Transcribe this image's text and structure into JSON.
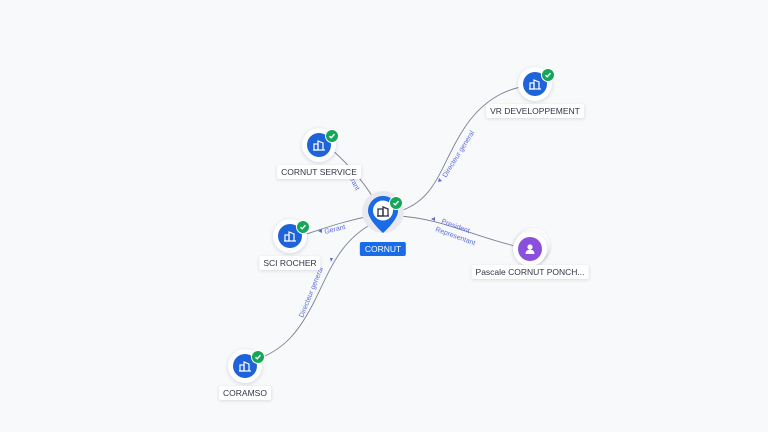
{
  "center": {
    "name": "CORNUT",
    "icon": "building-icon"
  },
  "nodes": [
    {
      "id": "vr",
      "name": "VR DEVELOPPEMENT",
      "icon": "building-icon",
      "verified": true,
      "type": "company"
    },
    {
      "id": "cs",
      "name": "CORNUT SERVICE",
      "icon": "building-icon",
      "verified": true,
      "type": "company"
    },
    {
      "id": "sci",
      "name": "SCI ROCHER",
      "icon": "building-icon",
      "verified": true,
      "type": "company"
    },
    {
      "id": "cor",
      "name": "CORAMSO",
      "icon": "building-icon",
      "verified": true,
      "type": "company"
    },
    {
      "id": "pc",
      "name": "Pascale CORNUT PONCH...",
      "icon": "person-icon",
      "verified": false,
      "type": "person"
    }
  ],
  "edges": [
    {
      "to": "vr",
      "label": "Directeur general"
    },
    {
      "to": "cs",
      "label": "Gerant"
    },
    {
      "to": "sci",
      "label": "Gerant"
    },
    {
      "to": "cor",
      "label": "Directeur general"
    },
    {
      "to": "pc",
      "label": "President",
      "label2": "Representant"
    }
  ],
  "colors": {
    "company": "#1f63d8",
    "person": "#8a4fdc",
    "verified": "#17a55a",
    "center_label": "#1b6be6",
    "edge_label": "#5b6cd9"
  }
}
